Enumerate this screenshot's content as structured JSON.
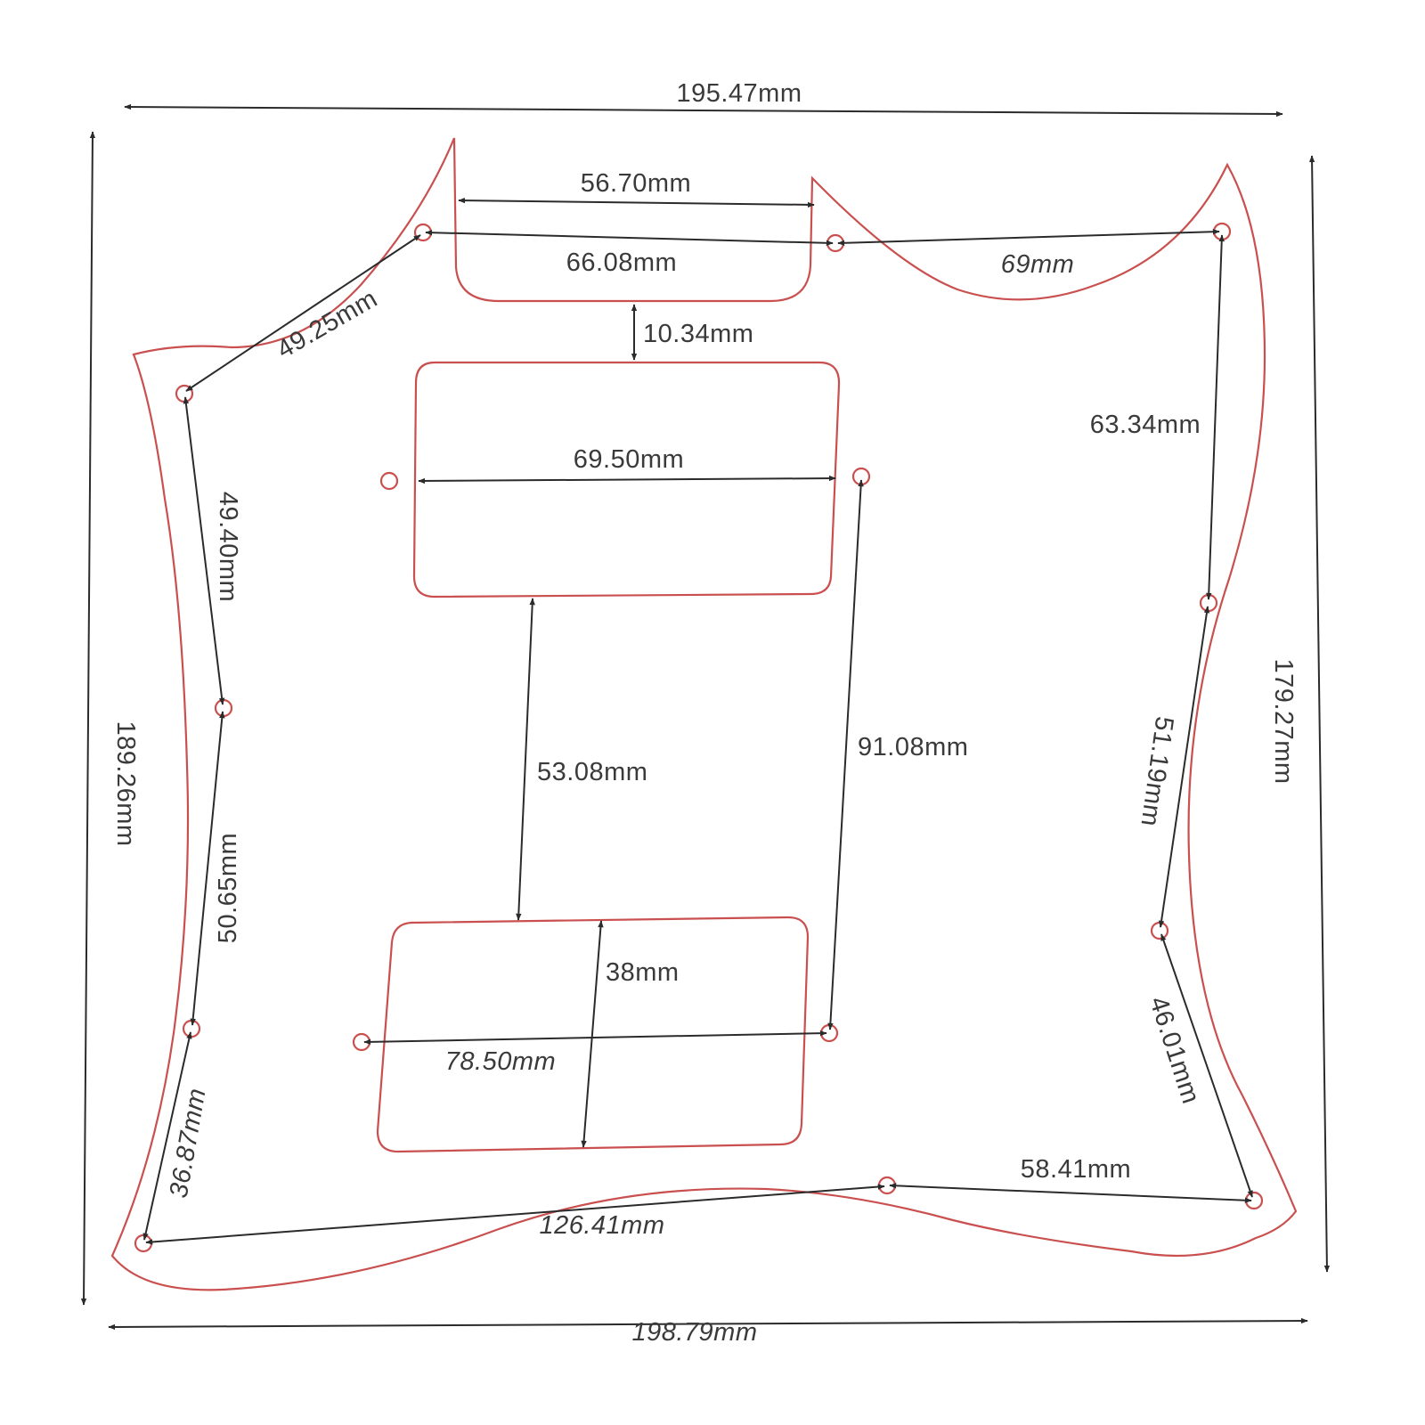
{
  "colors": {
    "outline": "#c9504f",
    "dimension_line": "#2b2b2b",
    "text": "#3a3a3a",
    "background": "#ffffff"
  },
  "dimensions": {
    "top_width": "195.47mm",
    "bottom_width": "198.79mm",
    "left_height": "189.26mm",
    "right_height": "179.27mm",
    "neck_width": "56.70mm",
    "top_left_holes": "66.08mm",
    "top_right_holes": "69mm",
    "upper_left_diagonal": "49.25mm",
    "neck_to_pickup_gap": "10.34mm",
    "neck_pickup_width": "69.50mm",
    "left_upper": "49.40mm",
    "left_middle": "50.65mm",
    "left_lower": "36.87mm",
    "pickup_spacing": "53.08mm",
    "center_vertical": "91.08mm",
    "bridge_pickup_height": "38mm",
    "bridge_pickup_width": "78.50mm",
    "right_upper": "63.34mm",
    "right_middle": "51.19mm",
    "right_lower": "46.01mm",
    "bottom_right": "58.41mm",
    "bottom_long": "126.41mm"
  }
}
